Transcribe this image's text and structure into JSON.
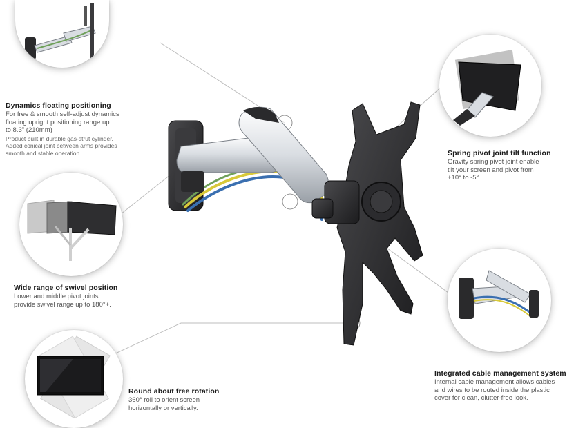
{
  "features": {
    "dynamics": {
      "title": "Dynamics floating positioning",
      "desc": "For free & smooth self-adjust dynamics\nfloating upright positioning range up\nto 8.3\" (210mm)",
      "note": "Product built in durable gas-strut cylinder.\nAdded conical joint between arms provides\nsmooth and stable operation."
    },
    "swivel": {
      "title": "Wide range of swivel position",
      "desc": "Lower and middle pivot joints\nprovide swivel range up to 180°+."
    },
    "rotation": {
      "title": "Round about free rotation",
      "desc": "360° roll to orient screen\nhorizontally or vertically."
    },
    "tilt": {
      "title": "Spring pivot joint tilt function",
      "desc": "Gravity spring pivot joint enable\ntilt your screen and pivot from\n+10° to -5°."
    },
    "cable": {
      "title": "Integrated cable management system",
      "desc": "Internal cable management allows cables\nand wires to be routed inside the plastic\ncover for clean, clutter-free look."
    }
  },
  "colors": {
    "arm_silver": "#d9dde2",
    "arm_dark": "#2a2a2c",
    "cable_yellow": "#d8c93a",
    "cable_blue": "#3a6fb0",
    "cable_green": "#6fa05a",
    "callout_line": "#b8b8b8"
  },
  "icons": {
    "hotspot": "ring-marker-icon"
  }
}
